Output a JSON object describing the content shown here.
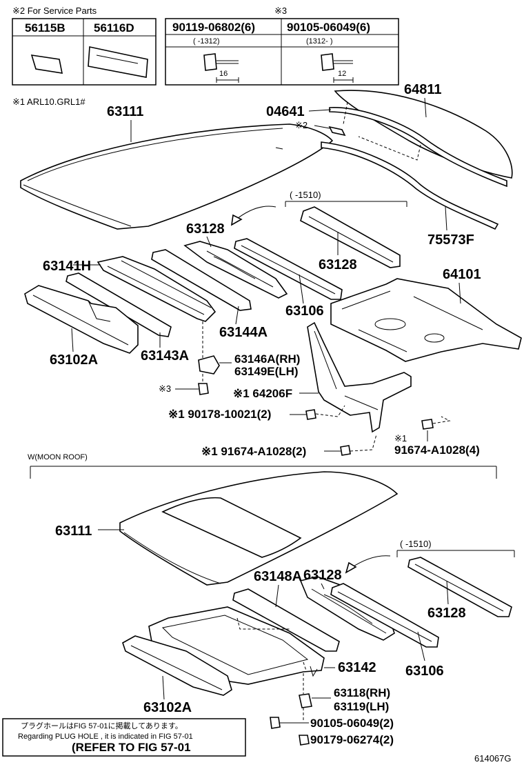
{
  "service_box": {
    "title": "※2 For Service Parts",
    "parts": [
      "56115B",
      "56116D"
    ]
  },
  "bolt_box": {
    "title": "※3",
    "parts": [
      "90119-06802(6)",
      "90105-06049(6)"
    ],
    "ranges": [
      "(      -1312)",
      "(1312-       )"
    ],
    "dims": [
      "16",
      "12"
    ]
  },
  "note_arl": "※1 ARL10.GRL1#",
  "labels": {
    "p64811": "64811",
    "p04641": "04641",
    "p_mark2": "※2",
    "p63111a": "63111",
    "range1": "(    -1510)",
    "p63128a": "63128",
    "p63128b": "63128",
    "p75573F": "75573F",
    "p63141H": "63141H",
    "p64101": "64101",
    "p63106a": "63106",
    "p63144A": "63144A",
    "p63102Aa": "63102A",
    "p63143A": "63143A",
    "p63146A": "63146A(RH)",
    "p63149E": "63149E(LH)",
    "p_mark3": "※3",
    "p64206F": "※1 64206F",
    "p90178": "※1 90178-10021(2)",
    "p91674a_mark": "※1",
    "p91674a": "91674-A1028(4)",
    "p91674b": "※1 91674-A1028(2)",
    "moon_title": "W(MOON ROOF)",
    "p63111b": "63111",
    "range2": "(    -1510)",
    "p63148A": "63148A",
    "p63128c": "63128",
    "p63128d": "63128",
    "p63142": "63142",
    "p63106b": "63106",
    "p63102Ab": "63102A",
    "p63118": "63118(RH)",
    "p63119": "63119(LH)",
    "p90105": "90105-06049(2)",
    "p90179": "90179-06274(2)"
  },
  "note_box": {
    "line1": "プラグホールはFIG 57-01に掲載してあります。",
    "line2": "Regarding  PLUG  HOLE , it is indicated in FIG  57-01",
    "line3": "(REFER  TO  FIG 57-01"
  },
  "figure_id": "614067G"
}
